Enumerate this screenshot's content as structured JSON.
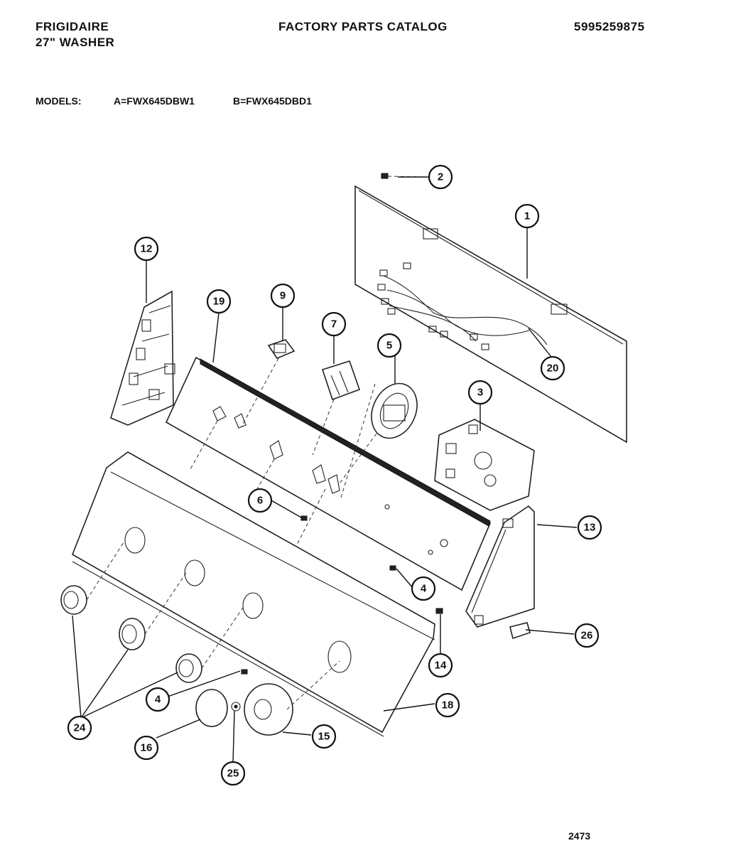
{
  "header": {
    "brand": "FRIGIDAIRE",
    "product": "27\" WASHER",
    "catalog_title": "FACTORY PARTS CATALOG",
    "catalog_number": "5995259875"
  },
  "models": {
    "label": "MODELS:",
    "model_a": "A=FWX645DBW1",
    "model_b": "B=FWX645DBD1"
  },
  "callouts": [
    "1",
    "2",
    "3",
    "4",
    "4",
    "5",
    "6",
    "7",
    "9",
    "12",
    "13",
    "14",
    "15",
    "16",
    "18",
    "19",
    "20",
    "24",
    "25",
    "26"
  ],
  "footer": {
    "page_code": "2473"
  }
}
